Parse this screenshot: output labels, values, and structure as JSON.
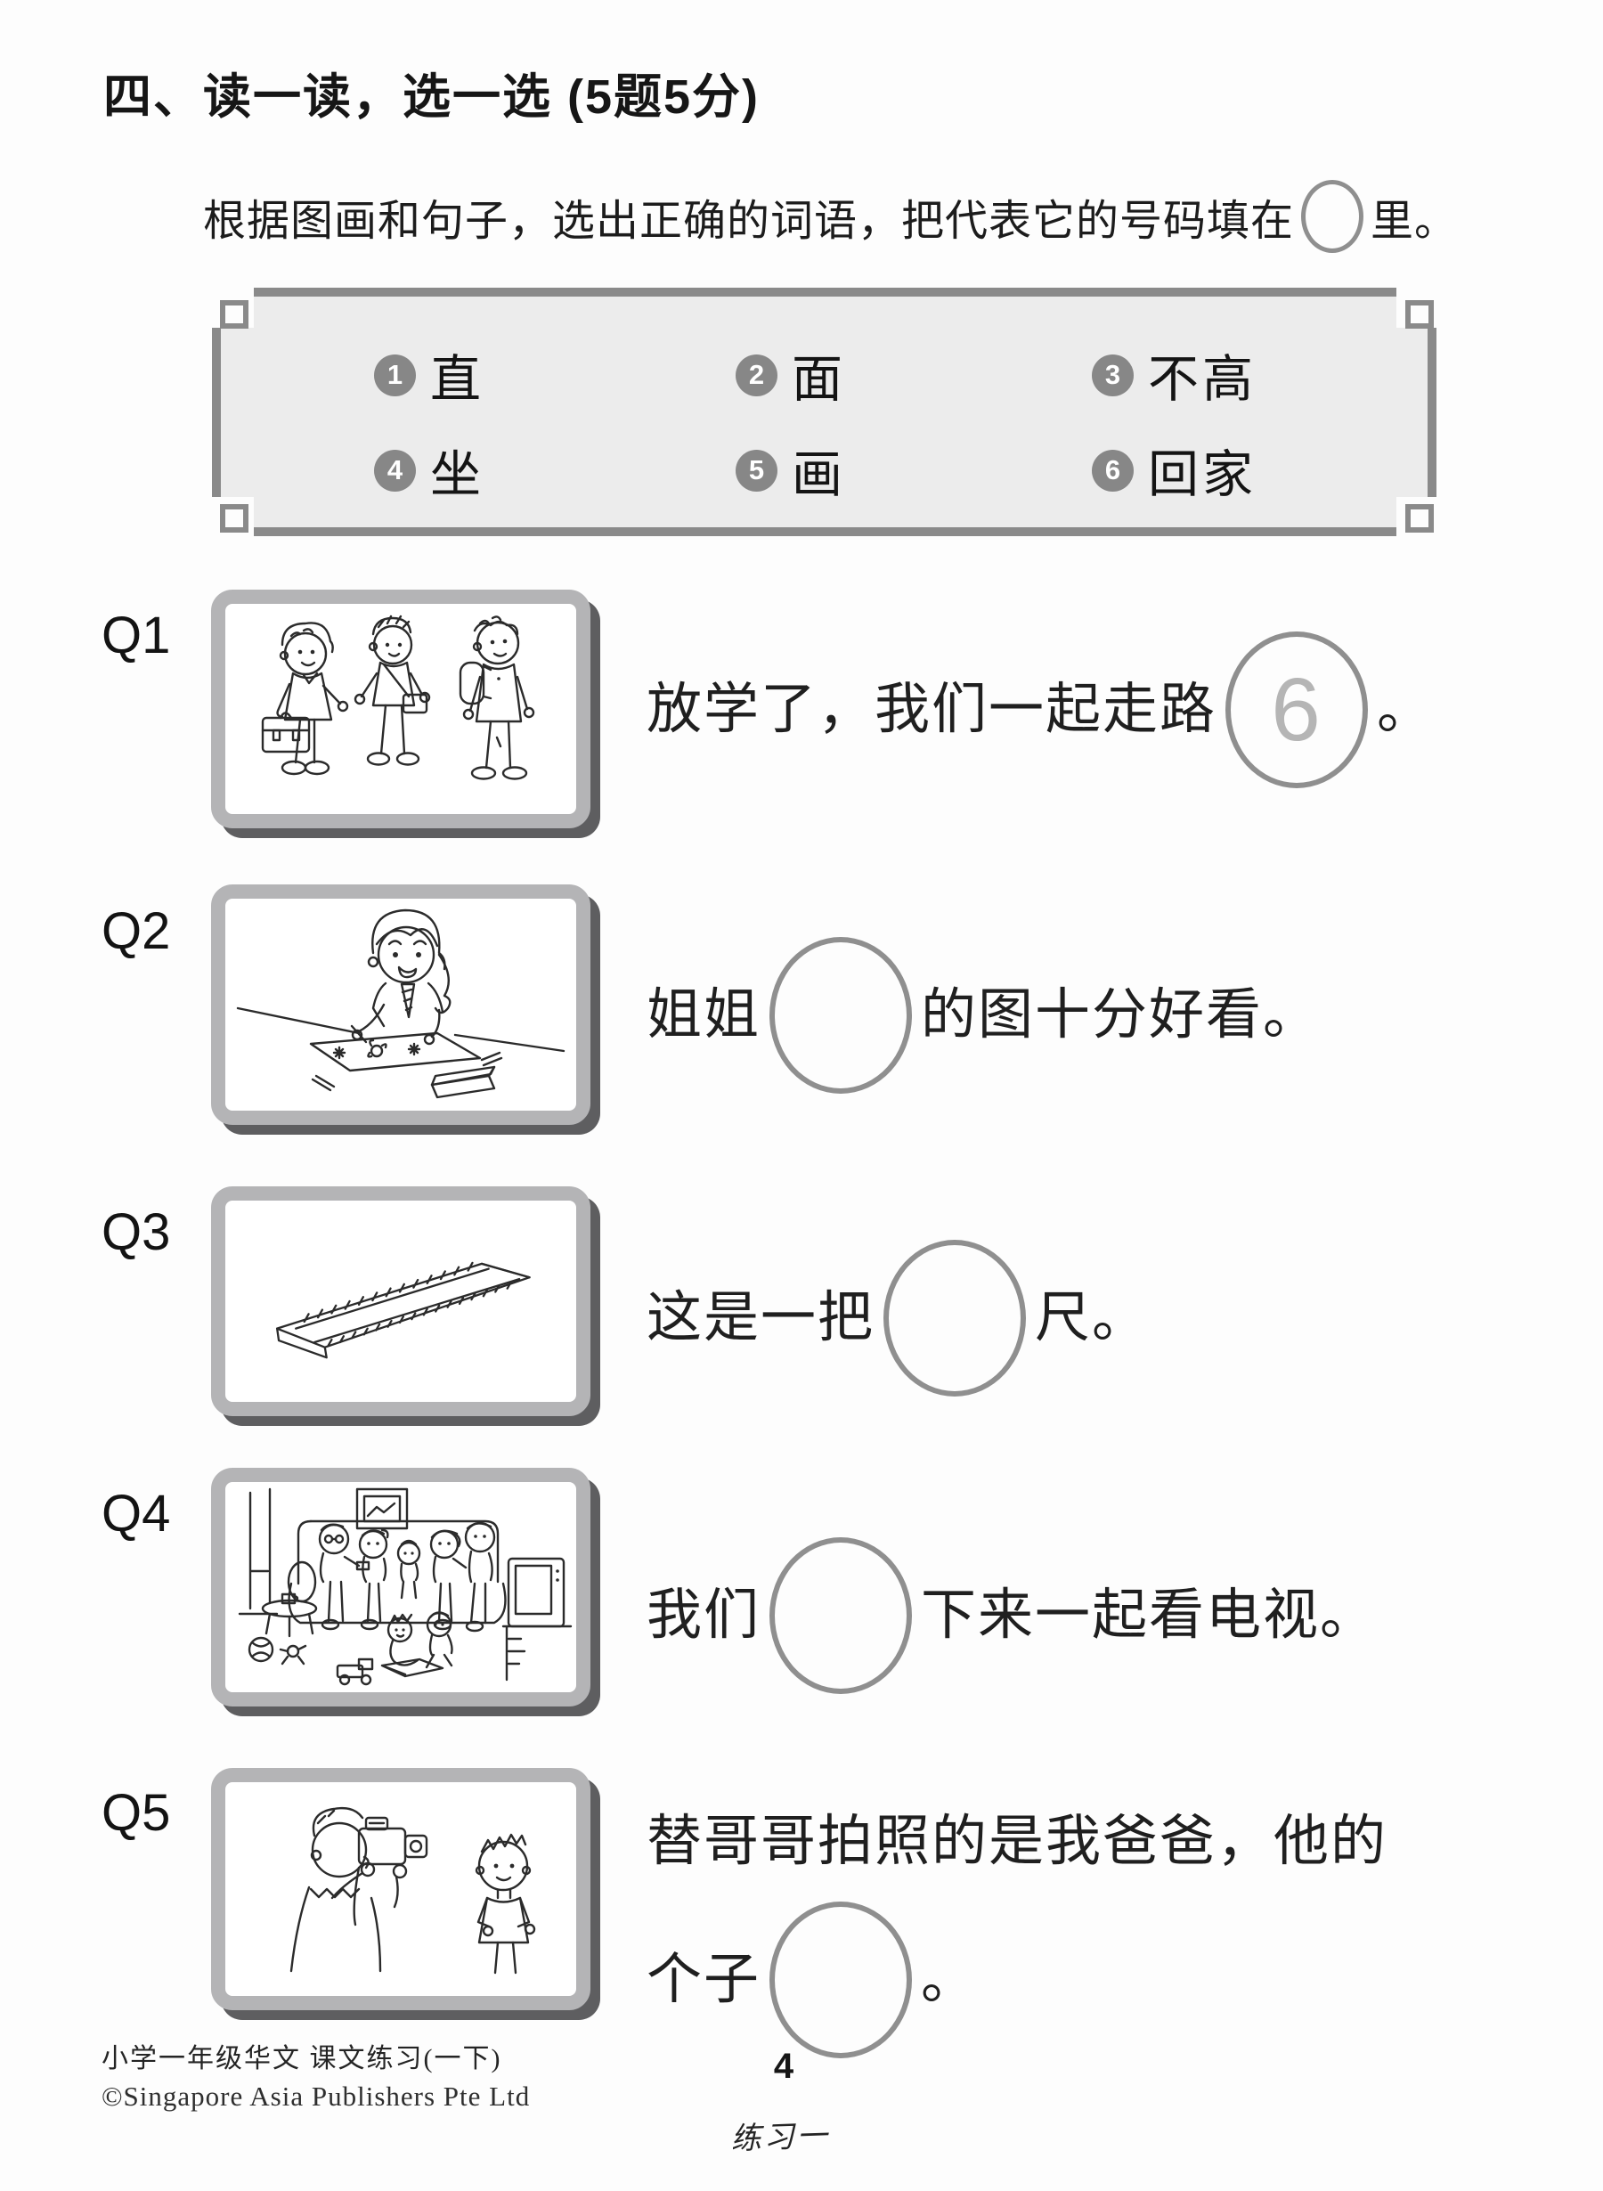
{
  "page": {
    "title": "四、读一读，选一选 (5题5分)",
    "instruction_before": "根据图画和句子，选出正确的词语，把代表它的号码填在",
    "instruction_after": "里。",
    "footer": {
      "series": "小学一年级华文 课文练习(一下)",
      "publisher": "©Singapore Asia Publishers Pte Ltd",
      "page_number": "4",
      "exercise": "练习一"
    }
  },
  "word_bank": {
    "items": [
      {
        "num": "1",
        "word": "直"
      },
      {
        "num": "2",
        "word": "面"
      },
      {
        "num": "3",
        "word": "不高"
      },
      {
        "num": "4",
        "word": "坐"
      },
      {
        "num": "5",
        "word": "画"
      },
      {
        "num": "6",
        "word": "回家"
      }
    ]
  },
  "questions": [
    {
      "label": "Q1",
      "illustration": "three-boys-walking-home",
      "pre": "放学了，我们一起走路",
      "answer": "6",
      "post": "。"
    },
    {
      "label": "Q2",
      "illustration": "girl-drawing-picture",
      "pre": "姐姐",
      "answer": "",
      "post": "的图十分好看。"
    },
    {
      "label": "Q3",
      "illustration": "ruler",
      "pre": "这是一把",
      "answer": "",
      "post": "尺。"
    },
    {
      "label": "Q4",
      "illustration": "family-watching-tv",
      "pre": "我们",
      "answer": "",
      "post": "下来一起看电视。"
    },
    {
      "label": "Q5",
      "illustration": "father-photographing-brother",
      "pre_line1": "替哥哥拍照的是我爸爸，他的",
      "pre_line2": "个子",
      "answer": "",
      "post": "。"
    }
  ],
  "colors": {
    "box_border_gray": "#8a8a8a",
    "word_bank_bg": "#ececec",
    "badge_gray": "#878787",
    "frame_gray": "#b4b4b6",
    "frame_shadow": "#5e5e60",
    "circle_stroke": "#8f8f8f",
    "printed_answer_gray": "#b5b5b5",
    "text_black": "#1d1d1d"
  }
}
